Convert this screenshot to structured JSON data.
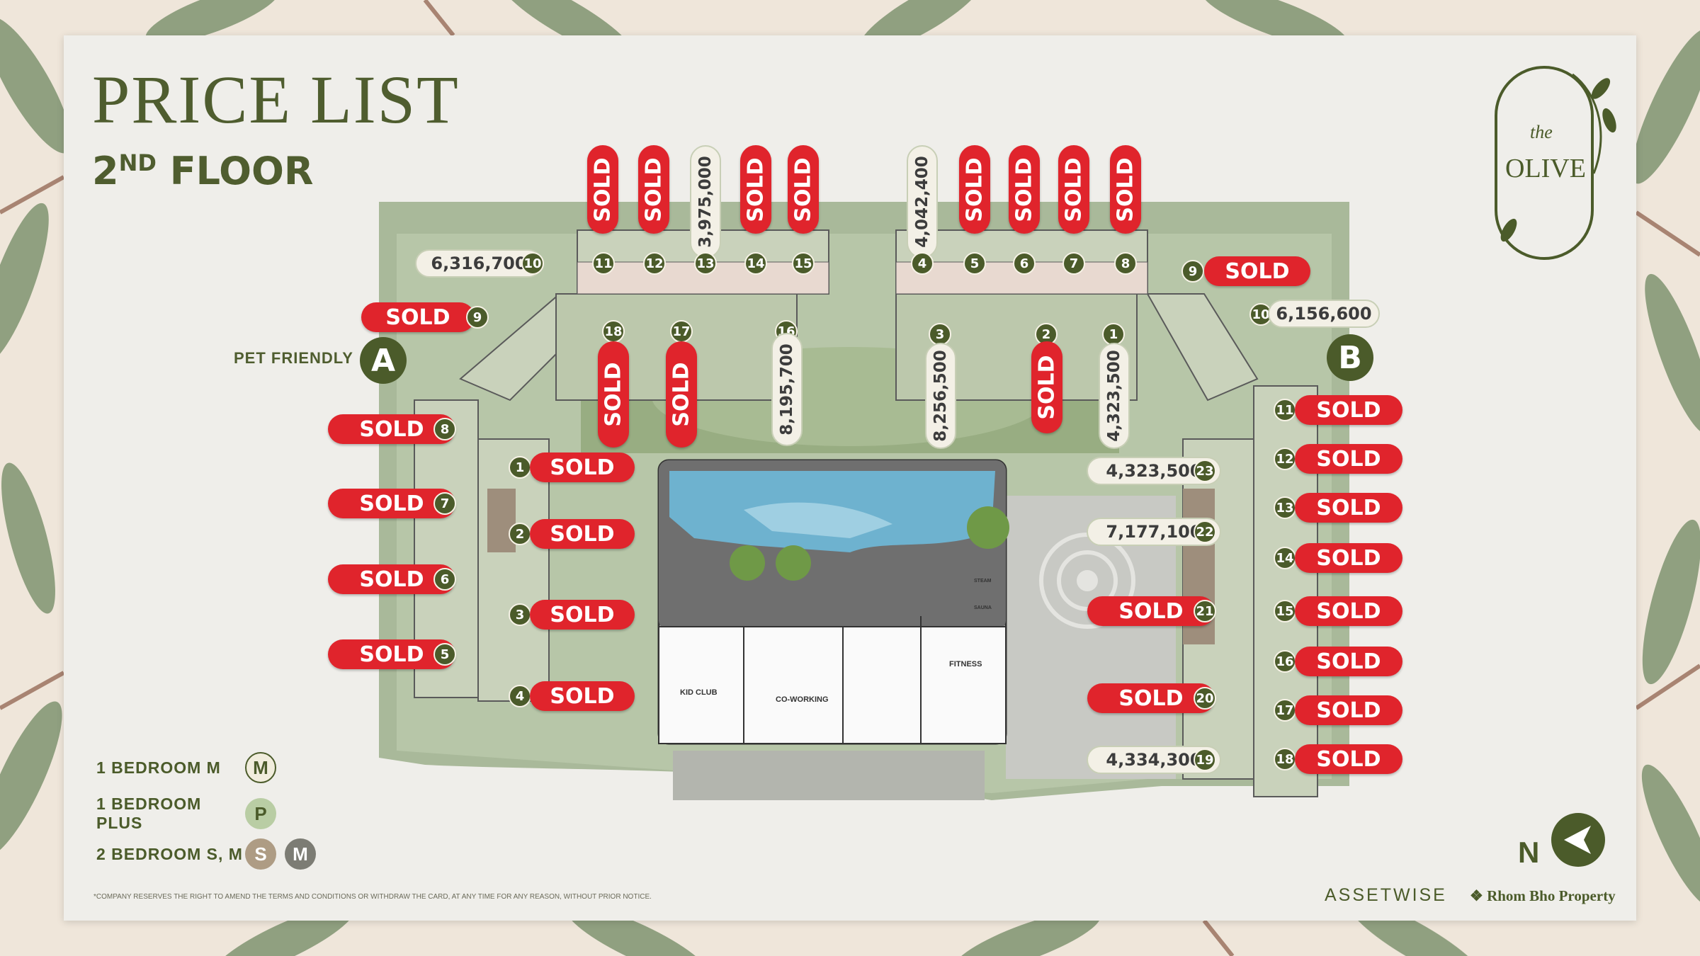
{
  "header": {
    "title": "PRICE LIST",
    "floor_num": "2",
    "floor_suffix": "ND",
    "floor_word": "FLOOR"
  },
  "brand": {
    "logo_small": "the",
    "logo_main": "OLIVE",
    "developer1": "ASSETWISE",
    "developer2": "Rhom Bho Property"
  },
  "compass": {
    "label": "N"
  },
  "building_a": {
    "letter": "A",
    "note": "PET FRIENDLY"
  },
  "building_b": {
    "letter": "B"
  },
  "amenities": {
    "kid_club": "KID CLUB",
    "coworking": "CO-WORKING",
    "fitness": "FITNESS",
    "steam": "STEAM",
    "sauna": "SAUNA"
  },
  "legend": [
    {
      "label": "1 BEDROOM M",
      "badges": [
        "M"
      ]
    },
    {
      "label": "1 BEDROOM PLUS",
      "badges": [
        "P"
      ]
    },
    {
      "label": "2 BEDROOM S, M",
      "badges": [
        "S",
        "M"
      ]
    }
  ],
  "disclaimer": "*COMPANY RESERVES THE RIGHT TO AMEND THE TERMS AND CONDITIONS OR WITHDRAW THE CARD, AT ANY TIME FOR ANY REASON, WITHOUT PRIOR NOTICE.",
  "colors": {
    "sold": "#e0242c",
    "olive": "#4b5b2a",
    "price_bg": "#f3f0e6"
  },
  "units": {
    "A": [
      {
        "no": "1",
        "status": "SOLD"
      },
      {
        "no": "2",
        "status": "SOLD"
      },
      {
        "no": "3",
        "status": "SOLD"
      },
      {
        "no": "4",
        "status": "SOLD"
      },
      {
        "no": "5",
        "status": "SOLD"
      },
      {
        "no": "6",
        "status": "SOLD"
      },
      {
        "no": "7",
        "status": "SOLD"
      },
      {
        "no": "8",
        "status": "SOLD"
      },
      {
        "no": "9",
        "status": "SOLD"
      },
      {
        "no": "10",
        "status": "6,316,700"
      },
      {
        "no": "11",
        "status": "SOLD"
      },
      {
        "no": "12",
        "status": "SOLD"
      },
      {
        "no": "13",
        "status": "3,975,000"
      },
      {
        "no": "14",
        "status": "SOLD"
      },
      {
        "no": "15",
        "status": "SOLD"
      },
      {
        "no": "16",
        "status": "8,195,700"
      },
      {
        "no": "17",
        "status": "SOLD"
      },
      {
        "no": "18",
        "status": "SOLD"
      }
    ],
    "B": [
      {
        "no": "1",
        "status": "4,323,500"
      },
      {
        "no": "2",
        "status": "SOLD"
      },
      {
        "no": "3",
        "status": "8,256,500"
      },
      {
        "no": "4",
        "status": "4,042,400"
      },
      {
        "no": "5",
        "status": "SOLD"
      },
      {
        "no": "6",
        "status": "SOLD"
      },
      {
        "no": "7",
        "status": "SOLD"
      },
      {
        "no": "8",
        "status": "SOLD"
      },
      {
        "no": "9",
        "status": "SOLD"
      },
      {
        "no": "10",
        "status": "6,156,600"
      },
      {
        "no": "11",
        "status": "SOLD"
      },
      {
        "no": "12",
        "status": "SOLD"
      },
      {
        "no": "13",
        "status": "SOLD"
      },
      {
        "no": "14",
        "status": "SOLD"
      },
      {
        "no": "15",
        "status": "SOLD"
      },
      {
        "no": "16",
        "status": "SOLD"
      },
      {
        "no": "17",
        "status": "SOLD"
      },
      {
        "no": "18",
        "status": "SOLD"
      },
      {
        "no": "19",
        "status": "4,334,300"
      },
      {
        "no": "20",
        "status": "SOLD"
      },
      {
        "no": "21",
        "status": "SOLD"
      },
      {
        "no": "22",
        "status": "7,177,100"
      },
      {
        "no": "23",
        "status": "4,323,500"
      }
    ]
  }
}
